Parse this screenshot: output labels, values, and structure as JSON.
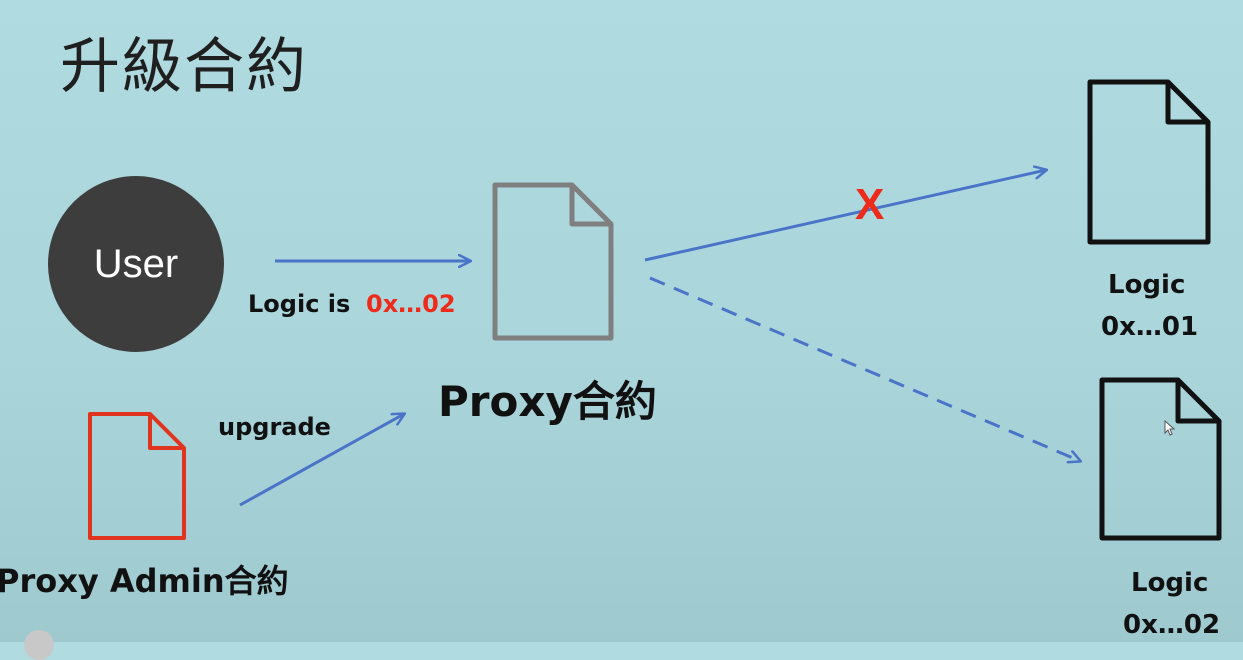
{
  "title": "升級合約",
  "nodes": {
    "user": "User",
    "proxy": "Proxy合約",
    "proxy_admin": "Proxy Admin合約",
    "logic_1": {
      "label": "Logic",
      "address": "0x…01"
    },
    "logic_2": {
      "label": "Logic",
      "address": "0x…02"
    }
  },
  "edges": {
    "user_to_proxy": {
      "label": "Logic is",
      "value": "0x…02"
    },
    "admin_to_proxy": {
      "label": "upgrade"
    },
    "blocked_mark": "X"
  },
  "colors": {
    "background": "#aed8de",
    "arrow": "#4a74c8",
    "highlight": "#ee2a1b",
    "user_circle": "#3d3d3d",
    "proxy_doc": "#7f7f7f",
    "logic_doc": "#111111"
  }
}
